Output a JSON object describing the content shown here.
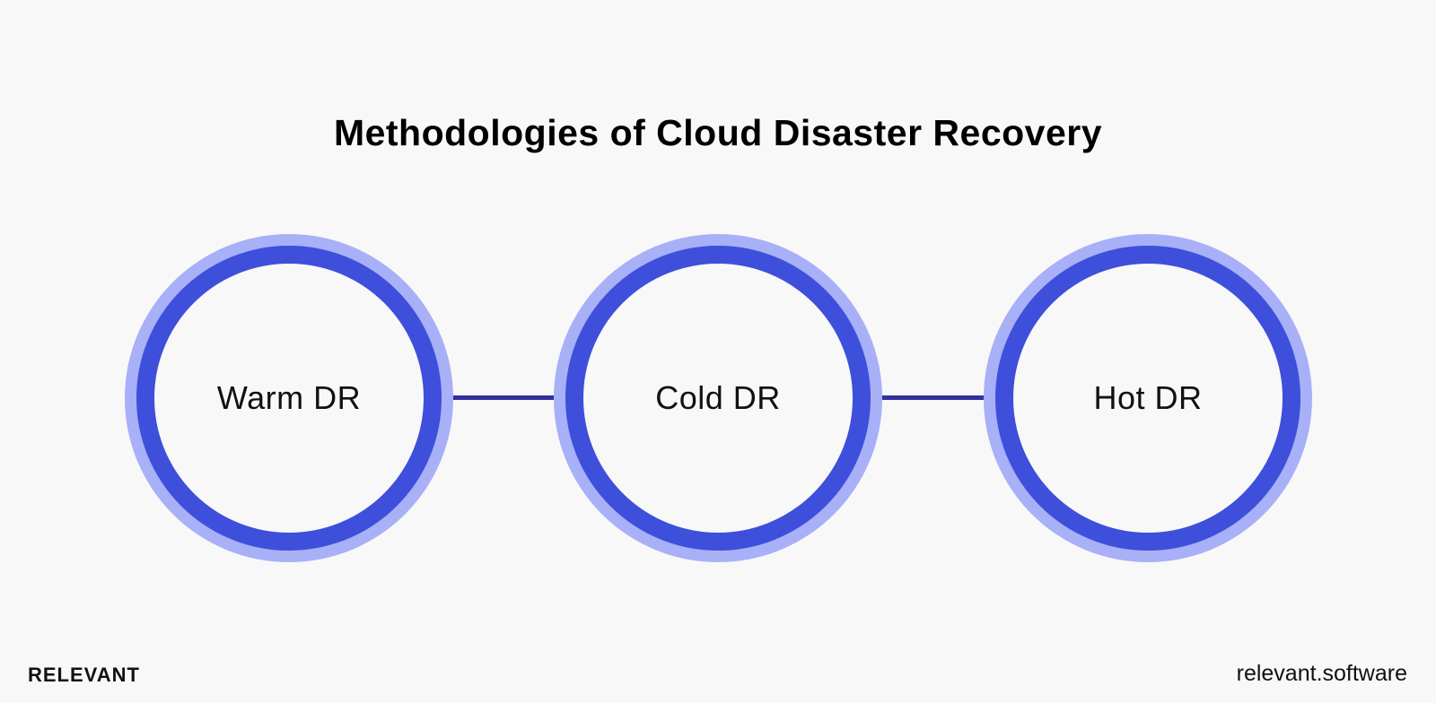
{
  "title": "Methodologies of Cloud Disaster Recovery",
  "nodes": [
    {
      "label": "Warm DR"
    },
    {
      "label": "Cold DR"
    },
    {
      "label": "Hot DR"
    }
  ],
  "footer": {
    "brand": "RELEVANT",
    "site": "relevant.software"
  },
  "colors": {
    "background": "#f8f8f8",
    "ring_outer": "#a8b0f7",
    "ring_inner": "#3e4fdb",
    "connector": "#332f9e"
  }
}
